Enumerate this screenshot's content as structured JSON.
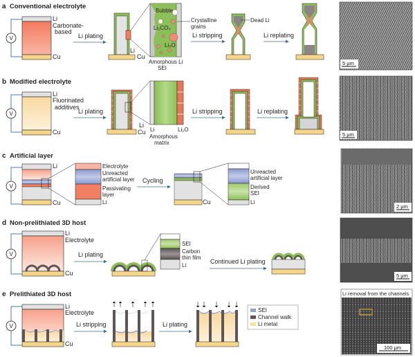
{
  "panels": {
    "a": {
      "letter": "a",
      "title": "Conventional electrolyte",
      "cell_labels": {
        "top": "Li",
        "mid1": "Carbonate-",
        "mid2": "based",
        "bottom": "Cu"
      },
      "voltmeter": "V",
      "arrow1": "Li plating",
      "zoom_labels": {
        "li": "Li",
        "cu": "Cu",
        "bubble": "Bubble",
        "li2co3": "Li₂CO₃",
        "li2o": "Li₂O",
        "crystalline1": "Crystalline",
        "crystalline2": "grains",
        "amorphous1": "Amorphous Li",
        "amorphous2": "SEI"
      },
      "arrow2": "Li stripping",
      "dead_li": "Dead Li",
      "arrow3": "Li replating",
      "sem_scale": "5 μm"
    },
    "b": {
      "letter": "b",
      "title": "Modified electrolyte",
      "cell_labels": {
        "top": "Li",
        "mid1": "Fluorinated",
        "mid2": "additives",
        "bottom": "Cu"
      },
      "voltmeter": "V",
      "arrow1": "Li plating",
      "zoom_labels": {
        "li": "Li",
        "cu": "Cu",
        "li_inset": "Li",
        "li2o": "Li₂O",
        "amorphous1": "Amorphous",
        "amorphous2": "matrix"
      },
      "arrow2": "Li stripping",
      "arrow3": "Li replating",
      "sem_scale": "5 μm"
    },
    "c": {
      "letter": "c",
      "title": "Artificial layer",
      "cell_labels": {
        "top": "Li",
        "bottom": "Cu"
      },
      "voltmeter": "V",
      "inset1": {
        "electrolyte": "Electrolyte",
        "unreacted1": "Unreacted",
        "unreacted2": "artificial layer",
        "passivating1": "Passivating",
        "passivating2": "layer",
        "li": "Li"
      },
      "arrow1": "Cycling",
      "cu2": "Cu",
      "inset2": {
        "unreacted1": "Unreacted",
        "unreacted2": "artificial layer",
        "derived1": "Derived",
        "derived2": "SEI",
        "li": "Li"
      },
      "sem_scale": "2 μm"
    },
    "d": {
      "letter": "d",
      "title": "Non-prelithiated 3D host",
      "cell_labels": {
        "top": "Li",
        "mid1": "Electrolyte",
        "bottom": "Cu"
      },
      "voltmeter": "V",
      "arrow1": "Li plating",
      "inset": {
        "sei": "SEI",
        "carbon1": "Carbon",
        "carbon2": "thin film",
        "li": "Li"
      },
      "arrow2": "Continued Li plating",
      "sem_scale": "5 μm"
    },
    "e": {
      "letter": "e",
      "title": "Prelithiated 3D host",
      "cell_labels": {
        "top": "Li",
        "mid1": "Electrolyte",
        "bottom": "Cu"
      },
      "voltmeter": "V",
      "arrow1": "Li stripping",
      "arrow2": "Li plating",
      "legend": [
        {
          "label": "SEI",
          "color": "#8fa3d3"
        },
        {
          "label": "Channel walk",
          "color": "#5e5656"
        },
        {
          "label": "Li metal",
          "color": "#fbe0a0"
        }
      ],
      "sem_caption": "Li removal from the channels",
      "sem_scale": "100 μm"
    }
  },
  "colors": {
    "electrolyte_red": "#f4836a",
    "electrolyte_yellow": "#fbe6b6",
    "li_grey": "#e2e2e2",
    "cu": "#f5d58a",
    "sei_green": "#8dbf58",
    "li2o_brick": "#e2785c",
    "artificial_blue": "#9aa8d8",
    "wire": "#4a79a8"
  }
}
